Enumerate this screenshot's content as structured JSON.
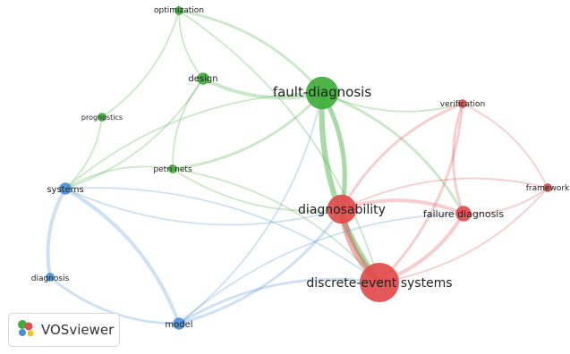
{
  "colors": {
    "cluster_red": "#e14b4b",
    "cluster_green": "#3fae3a",
    "cluster_blue": "#4a90d9"
  },
  "nodes": [
    {
      "id": "optimization",
      "label": "optimization",
      "cluster": "green",
      "weight": 1
    },
    {
      "id": "design",
      "label": "design",
      "cluster": "green",
      "weight": 2
    },
    {
      "id": "fault-diagnosis",
      "label": "fault-diagnosis",
      "cluster": "green",
      "weight": 8
    },
    {
      "id": "prognostics",
      "label": "prognostics",
      "cluster": "green",
      "weight": 1
    },
    {
      "id": "petri-nets",
      "label": "petri nets",
      "cluster": "green",
      "weight": 1
    },
    {
      "id": "verification",
      "label": "verification",
      "cluster": "red",
      "weight": 1
    },
    {
      "id": "framework",
      "label": "framework",
      "cluster": "red",
      "weight": 1
    },
    {
      "id": "diagnosability",
      "label": "diagnosability",
      "cluster": "red",
      "weight": 7
    },
    {
      "id": "failure-diagnosis",
      "label": "failure diagnosis",
      "cluster": "red",
      "weight": 3
    },
    {
      "id": "discrete-event-systems",
      "label": "discrete-event systems",
      "cluster": "red",
      "weight": 10
    },
    {
      "id": "systems",
      "label": "systems",
      "cluster": "blue",
      "weight": 2
    },
    {
      "id": "diagnosis",
      "label": "diagnosis",
      "cluster": "blue",
      "weight": 1
    },
    {
      "id": "model",
      "label": "model",
      "cluster": "blue",
      "weight": 2
    }
  ],
  "links": [
    [
      "fault-diagnosis",
      "discrete-event-systems",
      5
    ],
    [
      "fault-diagnosis",
      "diagnosability",
      4
    ],
    [
      "diagnosability",
      "discrete-event-systems",
      6
    ],
    [
      "fault-diagnosis",
      "design",
      3
    ],
    [
      "fault-diagnosis",
      "optimization",
      2
    ],
    [
      "fault-diagnosis",
      "petri-nets",
      2
    ],
    [
      "fault-diagnosis",
      "systems",
      1
    ],
    [
      "fault-diagnosis",
      "failure-diagnosis",
      2
    ],
    [
      "fault-diagnosis",
      "verification",
      1
    ],
    [
      "design",
      "optimization",
      1
    ],
    [
      "design",
      "petri-nets",
      1
    ],
    [
      "design",
      "systems",
      1
    ],
    [
      "prognostics",
      "optimization",
      1
    ],
    [
      "prognostics",
      "systems",
      1
    ],
    [
      "petri-nets",
      "systems",
      1
    ],
    [
      "petri-nets",
      "discrete-event-systems",
      1
    ],
    [
      "petri-nets",
      "diagnosability",
      1
    ],
    [
      "diagnosability",
      "failure-diagnosis",
      3
    ],
    [
      "discrete-event-systems",
      "failure-diagnosis",
      3
    ],
    [
      "diagnosability",
      "verification",
      2
    ],
    [
      "discrete-event-systems",
      "verification",
      2
    ],
    [
      "failure-diagnosis",
      "verification",
      2
    ],
    [
      "failure-diagnosis",
      "framework",
      1
    ],
    [
      "diagnosability",
      "framework",
      1
    ],
    [
      "discrete-event-systems",
      "framework",
      1
    ],
    [
      "verification",
      "framework",
      1
    ],
    [
      "systems",
      "diagnosis",
      3
    ],
    [
      "systems",
      "model",
      3
    ],
    [
      "diagnosis",
      "model",
      2
    ],
    [
      "model",
      "discrete-event-systems",
      2
    ],
    [
      "model",
      "diagnosability",
      2
    ],
    [
      "model",
      "failure-diagnosis",
      1
    ],
    [
      "model",
      "fault-diagnosis",
      1
    ],
    [
      "systems",
      "discrete-event-systems",
      1
    ],
    [
      "systems",
      "diagnosability",
      1
    ],
    [
      "optimization",
      "discrete-event-systems",
      1
    ]
  ],
  "watermark": {
    "icon": "vosviewer-logo-icon",
    "text": "VOSviewer"
  }
}
